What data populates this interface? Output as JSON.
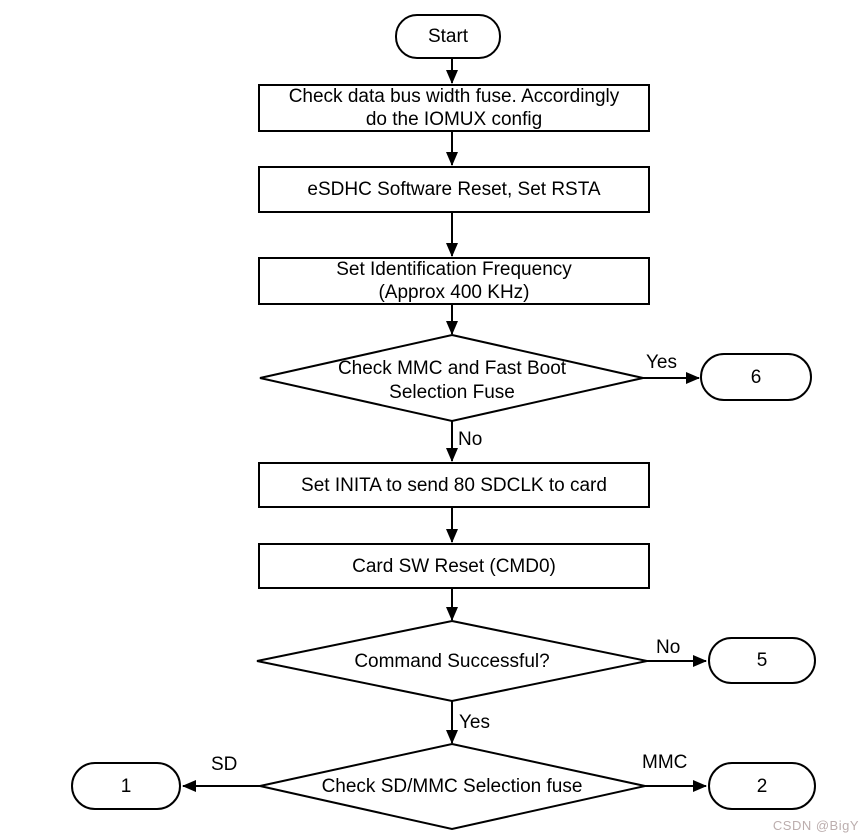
{
  "nodes": {
    "start": "Start",
    "check_bus_width_line1": "Check data bus width fuse. Accordingly",
    "check_bus_width_line2": "do the IOMUX config",
    "sw_reset": "eSDHC Software Reset, Set RSTA",
    "ident_freq_line1": "Set Identification Frequency",
    "ident_freq_line2": "(Approx 400 KHz)",
    "check_mmc_fastboot_line1": "Check MMC and Fast Boot",
    "check_mmc_fastboot_line2": "Selection Fuse",
    "terminal_6": "6",
    "set_inita": "Set INITA to send 80 SDCLK to card",
    "card_sw_reset": "Card SW Reset (CMD0)",
    "cmd_successful": "Command Successful?",
    "terminal_5": "5",
    "check_sd_mmc": "Check SD/MMC Selection fuse",
    "terminal_1": "1",
    "terminal_2": "2"
  },
  "edge_labels": {
    "mmc_fastboot_yes": "Yes",
    "mmc_fastboot_no": "No",
    "cmd_no": "No",
    "cmd_yes": "Yes",
    "sd": "SD",
    "mmc": "MMC"
  },
  "watermark": "CSDN @BigY",
  "colors": {
    "stroke": "#000000",
    "background": "#ffffff",
    "watermark": "#bcaeae"
  }
}
